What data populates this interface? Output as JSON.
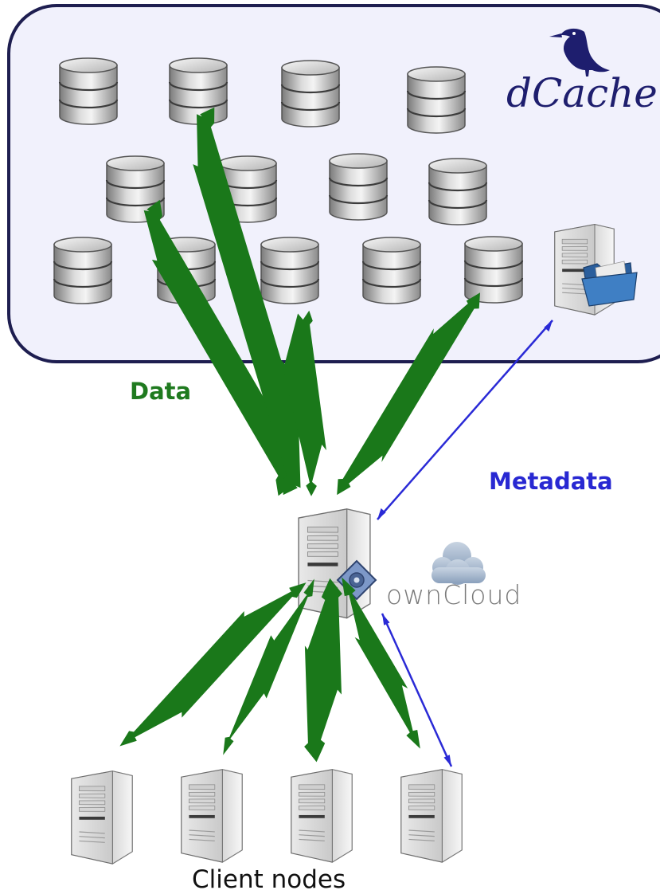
{
  "dcache": {
    "name": "dCache"
  },
  "labels": {
    "data": "Data",
    "metadata": "Metadata",
    "clients": "Client nodes"
  },
  "owncloud": {
    "name": "ownCloud"
  },
  "colors": {
    "data_arrow": "#1a781a",
    "metadata_arrow": "#2a2ad6",
    "cluster_fill": "#f1f1fc",
    "cluster_border": "#1e1e50",
    "text_dcache": "#1e1e6e"
  },
  "icons": {
    "storage": "database-disk-icon",
    "server": "server-tower-icon",
    "folder": "folder-icon",
    "bird": "bird-logo-icon",
    "cloud": "cloud-logo-icon"
  }
}
